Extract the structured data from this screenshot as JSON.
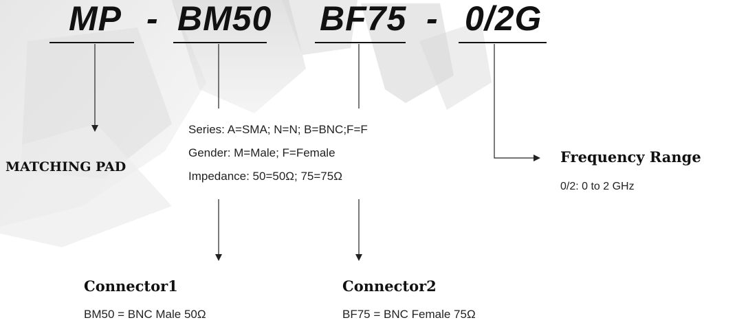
{
  "part_number": {
    "prefix": "MP",
    "sep1": "-",
    "connector1": "BM50",
    "connector2": "BF75",
    "sep2": "-",
    "frequency": "0/2G"
  },
  "matching_pad": {
    "heading": "MATCHING PAD"
  },
  "spec_legend": [
    "Series: A=SMA; N=N; B=BNC;F=F",
    "Gender: M=Male; F=Female",
    "Impedance: 50=50Ω; 75=75Ω"
  ],
  "frequency_range": {
    "heading": "Frequency Range",
    "detail": "0/2: 0 to 2 GHz"
  },
  "connector1": {
    "heading": "Connector1",
    "detail": "BM50  =  BNC Male 50Ω"
  },
  "connector2": {
    "heading": "Connector2",
    "detail": "BF75  =  BNC Female 75Ω"
  }
}
